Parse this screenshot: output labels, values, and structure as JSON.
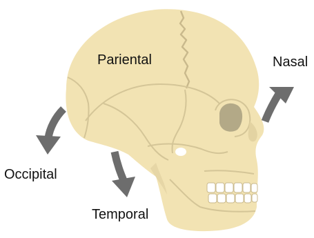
{
  "labels": {
    "parietal": "Pariental",
    "nasal": "Nasal",
    "occipital": "Occipital",
    "temporal": "Temporal"
  },
  "colors": {
    "bone": "#f2e3b3",
    "suture": "#c9b98c",
    "arrow": "#6d6d6d",
    "text": "#111111"
  },
  "icons": {
    "skull": "skull-lateral-view",
    "arrows": "curved-arrow"
  }
}
